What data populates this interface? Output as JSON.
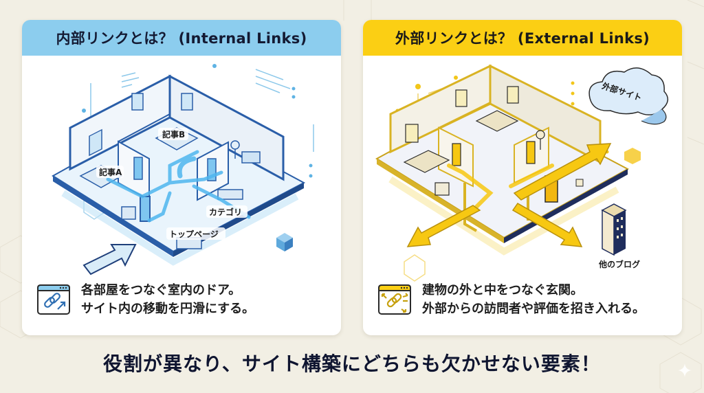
{
  "internal": {
    "title": "内部リンクとは？ (Internal Links)",
    "accent_color": "#8ccdee",
    "labels": {
      "article_a": "記事A",
      "article_b": "記事B",
      "category": "カテゴリ",
      "top_page": "トップページ"
    },
    "icon": "browser-link-icon",
    "description_line1": "各部屋をつなぐ室内のドア。",
    "description_line2": "サイト内の移動を円滑にする。"
  },
  "external": {
    "title": "外部リンクとは？ (External Links)",
    "accent_color": "#fbcf14",
    "labels": {
      "external_site": "外部サイト",
      "other_blog": "他のブログ"
    },
    "icon": "browser-link-arrows-icon",
    "description_line1": "建物の外と中をつなぐ玄関。",
    "description_line2": "外部からの訪問者や評価を招き入れる。"
  },
  "tagline": "役割が異なり、サイト構築にどちらも欠かせない要素！",
  "colors": {
    "background": "#f2efe4",
    "navy": "#1f2d5c",
    "blue_glow": "#4fb6ef",
    "yellow_glow": "#f7c812"
  }
}
